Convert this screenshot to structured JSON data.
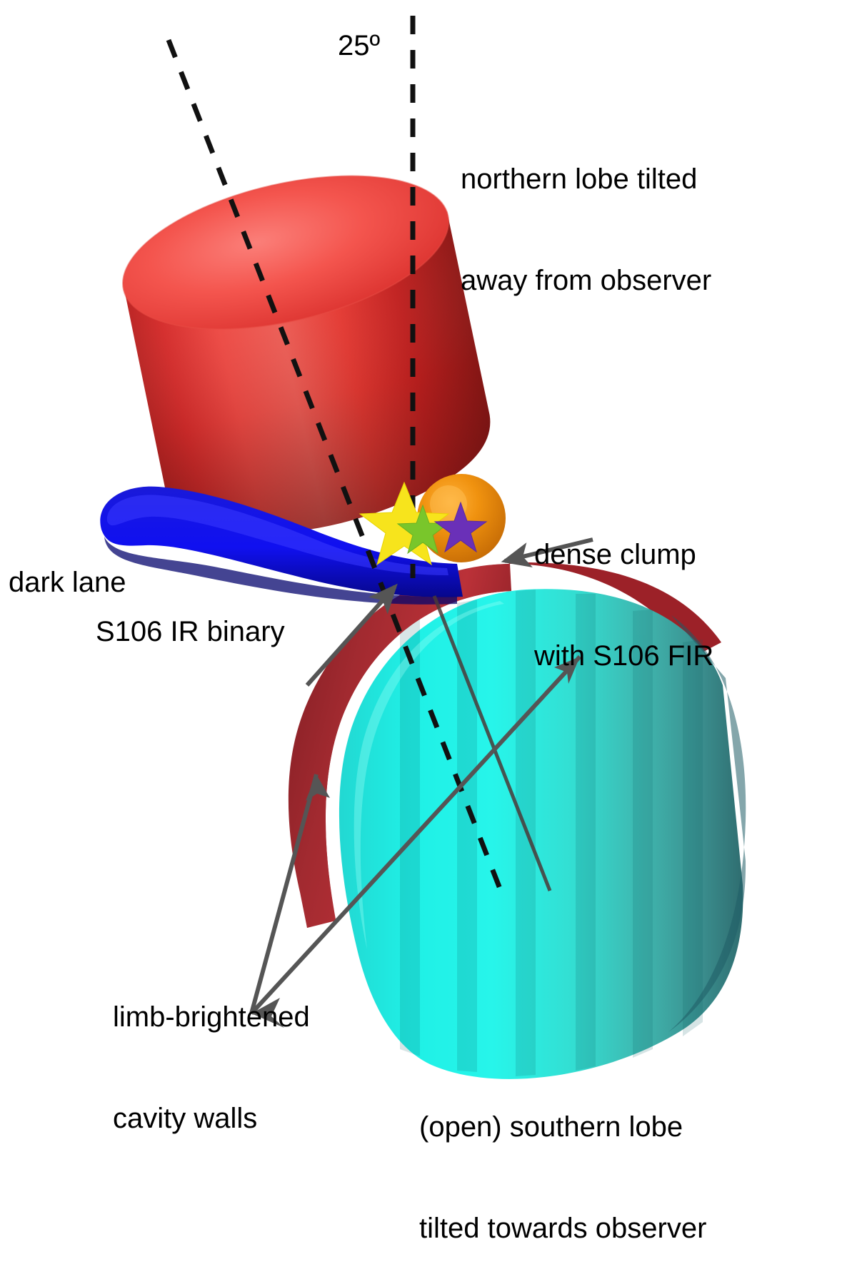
{
  "figure": {
    "subject": "S106 bipolar nebula geometry schematic",
    "background_color": "#ffffff"
  },
  "annotations": {
    "tilt_angle": "25º",
    "northern_lobe_line1": "northern lobe tilted",
    "northern_lobe_line2": "away from observer",
    "dense_clump_line1": "dense clump",
    "dense_clump_line2": "with S106 FIR",
    "dark_lane": "dark lane",
    "ir_binary": "S106 IR binary",
    "limb_line1": "limb-brightened",
    "limb_line2": "cavity walls",
    "southern_lobe_line1": "(open) southern lobe",
    "southern_lobe_line2": "tilted towards observer"
  },
  "objects": {
    "northern_lobe": {
      "name": "northern lobe cylinder",
      "color": "#ee2222",
      "top_cap_color": "#f05a5a"
    },
    "dark_lane": {
      "name": "dark lane tube",
      "color": "#1111dd"
    },
    "dense_clump": {
      "name": "dense clump sphere",
      "color": "#e8890c"
    },
    "southern_lobe": {
      "name": "southern lobe dome",
      "color": "#1fe6df",
      "rim_color": "#a42630"
    },
    "star_ir_binary_primary": {
      "name": "yellow star",
      "color": "#f7e41c"
    },
    "star_ir_binary_secondary": {
      "name": "green star",
      "color": "#7dc72c"
    },
    "star_fir": {
      "name": "purple star",
      "color": "#6a30b8"
    },
    "axis_line": {
      "name": "tilted symmetry axis",
      "color": "#111111",
      "style": "dashed"
    },
    "vertical_line": {
      "name": "vertical reference line",
      "color": "#111111",
      "style": "dashed"
    },
    "leader_arrows": {
      "color": "#555555"
    }
  }
}
